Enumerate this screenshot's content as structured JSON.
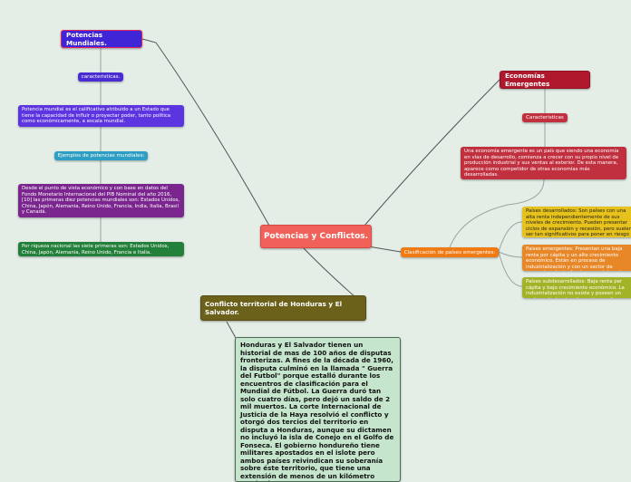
{
  "colors": {
    "background": "#e4eee7",
    "central": "#f0615a",
    "potencias": "#4025d6",
    "economias": "#b0192d",
    "clasificacion": "#f07a14",
    "conflicto": "#6b611b",
    "honduras": "#c5e6cc",
    "connector": "#555555"
  },
  "nodes": {
    "central": "Potencias y Conflictos.",
    "potencias": {
      "title": "Potencias Mundiales.",
      "caracteristicas": "caracteristicas.",
      "definicion": "Potencia mundial es el calificativo atribuido a un Estado que tiene la capacidad de influir o proyectar poder, tanto política como económicamente, a escala mundial.",
      "ejemplos": "Ejemplos de potencias mundiales:",
      "desde": "Desde el punto de vista económico y con base en datos del Fondo Monetario Internacional del PIB Nominal del año 2016, [10] las primeras diez potencias mundiales son: Estados Unidos, China, Japón, Alemania, Reino Unido, Francia, India, Italia, Brasil y Canadá.",
      "riqueza": "Por riqueza nacional las siete primeras son: Estados Unidos, China, Japón, Alemania, Reino Unido, Francia e Italia."
    },
    "economias": {
      "title": "Economías Emergentes",
      "caracteristicas": "Caracteristicas",
      "definicion": "Una economía emergente es un país que siendo una economía en vías de desarrollo, comienza a crecer con su propio nivel de producción industrial y sus ventas al exterior. De esta manera, aparece como competidor de otras economías más desarrolladas.",
      "clasificacion": "Clasificación de países emergentes:",
      "desarrollados": "Países desarrollados: Son países con una alta renta independientemente de sus niveles de crecimiento. Pueden presentar ciclos de expansión y recesión, pero suelen ser tan significativos para poner en riesgo la economía del país.",
      "emergentes": "Países emergentes: Presentan una baja renta por cápita y un alto crecimiento económico. Están en proceso de industrialización y con un sector de comercio exterior fuerte, especialmente para el caso de las exportaciones.",
      "subdesarrollados": "Países subdesarrollados: Baja renta per cápita y bajo crecimiento económico. La industrialización no existe y poseen un sector exterior sin relevancia para la economía."
    },
    "conflicto": {
      "title": "Conflicto territorial de Honduras y El Salvador.",
      "texto": "Honduras y El Salvador tienen un historial de mas de 100 años de disputas fronterizas. A fines de la década de 1960, la disputa culminó en la llamada \" Guerra del Futbol\" porque estalló durante los encuentros de clasificación para el Mundial de Fútbol. La Guerra duró tan solo cuatro días, pero dejó un saldo de 2 mil muertos. La corte Internacional de Justicia de la Haya resolvió el conflicto y otorgó dos tercios del territorio en disputa a Honduras, aunque su dictamen no incluyó la isla de Conejo en el Golfo de Fonseca. El gobierno hondureño tiene militares apostados en el islote pero ambos países reivindican su soberanía sobre éste territorio, que tiene una extensión de menos de un kilómetro cuadrado."
    }
  }
}
